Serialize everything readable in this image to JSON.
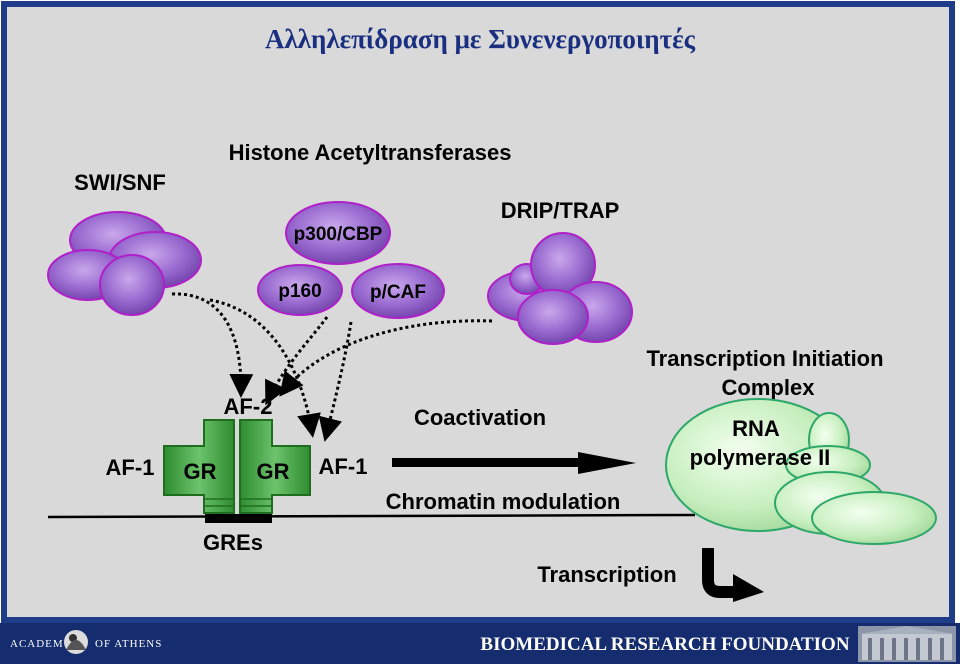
{
  "title": "Αλληλεπίδραση με Συνενεργοποιητές",
  "labels": {
    "swisnf": "SWI/SNF",
    "hat": "Histone Acetyltransferases",
    "p300": "p300/CBP",
    "p160": "p160",
    "pcaf": "p/CAF",
    "drip": "DRIP/TRAP",
    "af2": "AF-2",
    "af1_left": "AF-1",
    "af1_right": "AF-1",
    "gr_left": "GR",
    "gr_right": "GR",
    "gres": "GREs",
    "coactivation": "Coactivation",
    "chromatin": "Chromatin modulation",
    "tic_line1": "Transcription Initiation",
    "tic_line2": "Complex",
    "rna_line1": "RNA",
    "rna_line2": "polymerase II",
    "transcription": "Transcription"
  },
  "footer": {
    "academy_left": "ACADEMY",
    "academy_right": "OF ATHENS",
    "foundation": "BIOMEDICAL RESEARCH FOUNDATION"
  },
  "colors": {
    "background": "#d9d9d9",
    "border": "#1f3c88",
    "title": "#1a2f80",
    "purple": "#8c5cc0",
    "purple_stroke": "#b020c8",
    "green": "#3fa53f",
    "green_dark": "#1f6d1f",
    "light_green": "#c8efc0"
  }
}
